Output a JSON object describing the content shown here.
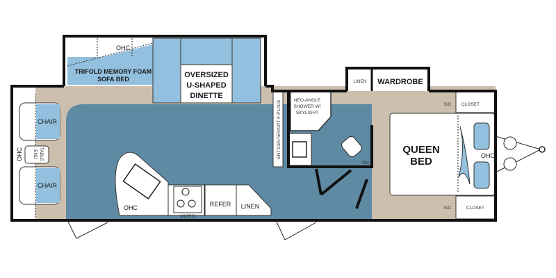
{
  "colors": {
    "floor_blue": "#5f8aa3",
    "furniture_blue": "#93c0de",
    "tan": "#cdbfae",
    "wall": "#111111"
  },
  "labels": {
    "ohc_slide": "OHC",
    "sofa_line1": "TRIFOLD MEMORY FOAM",
    "sofa_line2": "SOFA BED",
    "dinette_line1": "OVERSIZED",
    "dinette_line2": "U-SHAPED",
    "dinette_line3": "DINETTE",
    "chair_top": "CHAIR",
    "chair_bottom": "CHAIR",
    "ohc_front": "OHC",
    "end_table_line1": "END",
    "end_table_line2": "TABLE",
    "ohc_kitchen": "OHC",
    "micro": "MICRO",
    "refer": "REFER",
    "linen_kitchen": "LINEN",
    "ent_center": "ENT.CENTER/OPT F-PLACE",
    "shower_line1": "NEO-ANGLE",
    "shower_line2": "SHOWER W/",
    "shower_line3": "SKYLIGHT",
    "oh_bath": "OH",
    "linen_wardrobe": "LINEN",
    "wardrobe": "WARDROBE",
    "sc_top": "S/C",
    "closet_top": "CLOSET",
    "sc_bottom": "S/C",
    "closet_bottom": "CLOSET",
    "bed_line1": "QUEEN",
    "bed_line2": "BED",
    "ohc_bed": "OHC"
  }
}
